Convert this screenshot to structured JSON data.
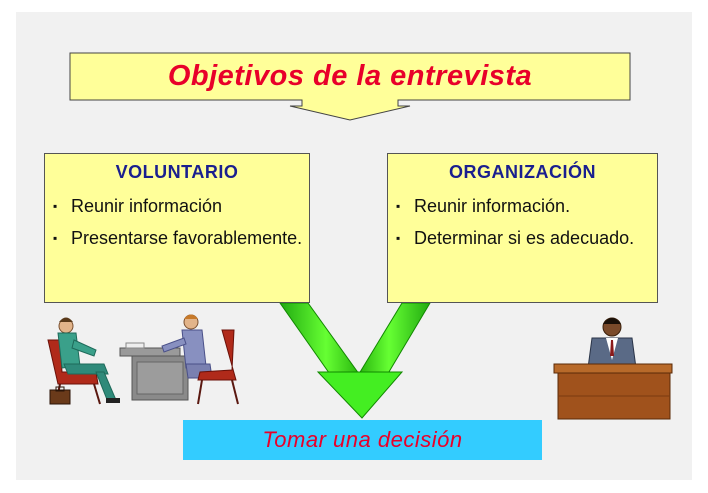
{
  "title": "Objetivos de la entrevista",
  "left_box": {
    "heading": "VOLUNTARIO",
    "items": [
      "Reunir información",
      "Presentarse favorablemente."
    ]
  },
  "right_box": {
    "heading": "ORGANIZACIÓN",
    "items": [
      "Reunir información.",
      "Determinar si es adecuado."
    ]
  },
  "decision": "Tomar una decisión",
  "icons": {
    "interview": "interview-scene-icon",
    "interviewer": "interviewer-at-desk-icon",
    "arrows": "green-converging-arrows-icon"
  },
  "colors": {
    "title_fill": "#ffff99",
    "title_text": "#e8002a",
    "heading_text": "#1a1f8f",
    "box_fill": "#ffff99",
    "arrow_green": "#44ee22",
    "decision_fill": "#33ccff",
    "decision_text": "#e8002a"
  }
}
